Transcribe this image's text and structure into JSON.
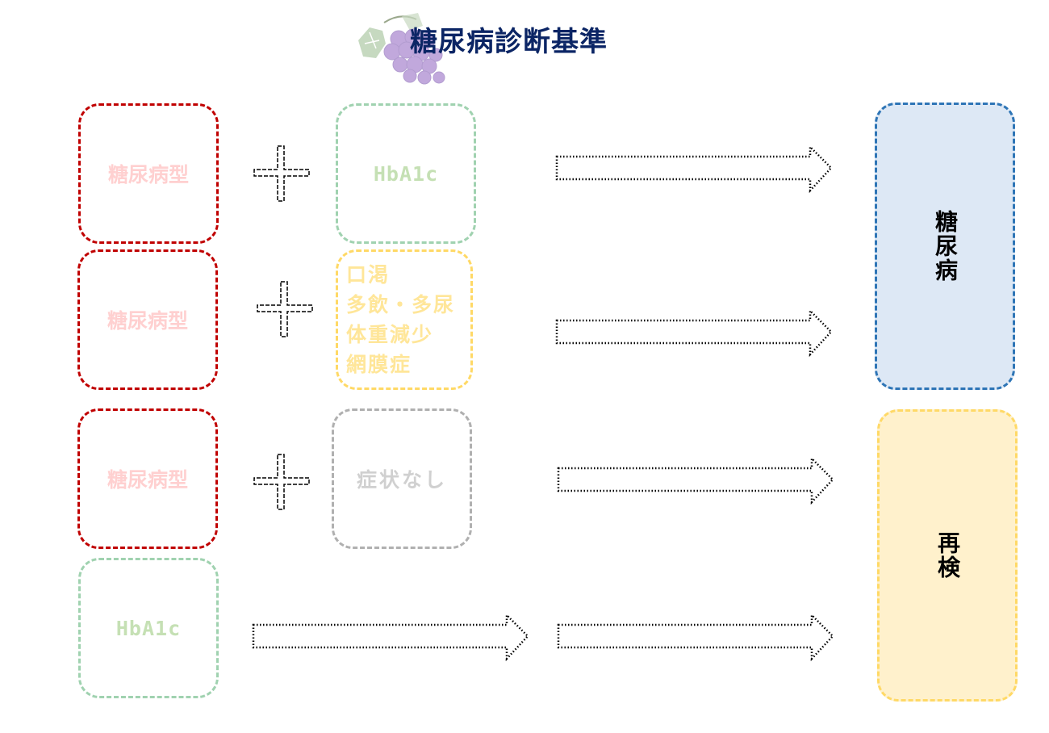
{
  "title": "糖尿病診断基準",
  "icons": {
    "title_decoration": "grape-icon",
    "plus": "plus-icon",
    "arrow": "right-arrow-icon"
  },
  "colors": {
    "title": "#0b2565",
    "condition_border": "#c00000",
    "condition_text": "#ffd0d0",
    "hba1c_border": "#a0d2b0",
    "hba1c_text": "#c5e0b4",
    "symptoms_border": "#ffd966",
    "symptoms_text": "#ffe699",
    "no_symptoms_border": "#b0b0b0",
    "no_symptoms_text": "#d0d0d0",
    "diabetes_fill": "#dde8f5",
    "diabetes_border": "#2e75b6",
    "retest_fill": "#fff1cc",
    "retest_border": "#ffd966"
  },
  "rows": [
    {
      "left": "糖尿病型",
      "right": "HbA1c"
    },
    {
      "left": "糖尿病型",
      "right_lines": [
        "口渇",
        "多飲・多尿",
        "体重減少",
        "網膜症"
      ]
    },
    {
      "left": "糖尿病型",
      "right": "症状なし"
    },
    {
      "left": "HbA1c"
    }
  ],
  "outcomes": {
    "diabetes": "糖尿病",
    "retest": "再検"
  }
}
